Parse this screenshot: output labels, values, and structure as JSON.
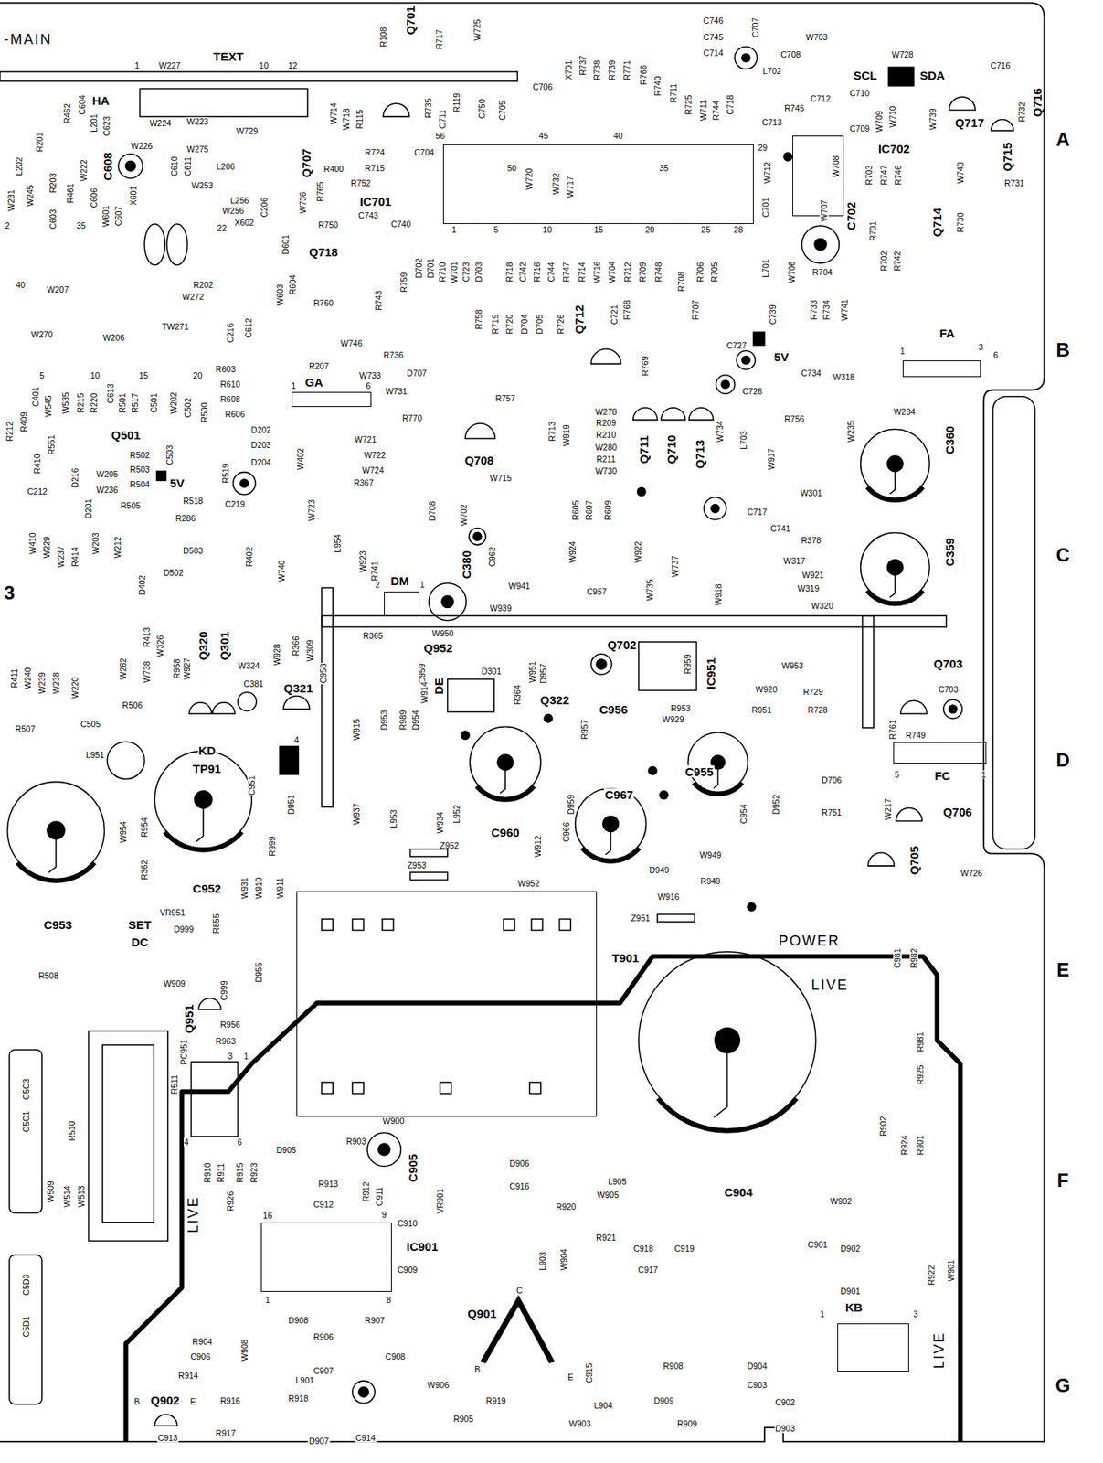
{
  "diagram": {
    "nodes": [
      {
        "text": [
          "IC701"
        ]
      },
      {
        "text": [
          "IC702"
        ]
      },
      {
        "text": [
          "GA"
        ]
      },
      {
        "text": [
          "FA"
        ]
      },
      {
        "text": [
          "DM"
        ]
      },
      {
        "text": [
          "FC"
        ]
      },
      {
        "text": [
          "T901"
        ]
      },
      {
        "text": [
          "IC901"
        ]
      },
      {
        "text": [
          "KB"
        ]
      }
    ],
    "labels": [
      "-MAIN",
      "TEXT",
      "1",
      "W227",
      "10",
      "12",
      "R108",
      "Q701",
      "R717",
      "W725",
      "HA",
      "R462",
      "C604",
      "L201",
      "C623",
      "W224",
      "W223",
      "W729",
      "W714",
      "W718",
      "R115",
      "R735",
      "C711",
      "R119",
      "C750",
      "C705",
      "C706",
      "X701",
      "R737",
      "R738",
      "R739",
      "R771",
      "R766",
      "R740",
      "R711",
      "R725",
      "W711",
      "R744",
      "C718",
      "C746",
      "C745",
      "C714",
      "C707",
      "C708",
      "W703",
      "L702",
      "W728",
      "SCL",
      "SDA",
      "C716",
      "R745",
      "C712",
      "C710",
      "C709",
      "W709",
      "W710",
      "W739",
      "Q717",
      "R732",
      "Q716",
      "C713",
      "A",
      "56",
      "45",
      "40",
      "29",
      "C704",
      "R724",
      "R715",
      "R752",
      "R400",
      "R765",
      "Q707",
      "C743",
      "W736",
      "50",
      "35",
      "W720",
      "W732",
      "W717",
      "W708",
      "R703",
      "R747",
      "R746",
      "W743",
      "Q715",
      "R731",
      "R730",
      "Q714",
      "C702",
      "W707",
      "R704",
      "R701",
      "R702",
      "R742",
      "W712",
      "C701",
      "C608",
      "W226",
      "W275",
      "L206",
      "W253",
      "W222",
      "R203",
      "R201",
      "L202",
      "W231",
      "W245",
      "C603",
      "R461",
      "C606",
      "W601",
      "C607",
      "X601",
      "C610",
      "C611",
      "L256",
      "W256",
      "X602",
      "C206",
      "22",
      "35",
      "2",
      "R750",
      "C740",
      "1",
      "5",
      "10",
      "15",
      "20",
      "25",
      "28",
      "W207",
      "R202",
      "W272",
      "40",
      "W270",
      "W206",
      "TW271",
      "D601",
      "Q718",
      "W603",
      "R604",
      "R760",
      "R743",
      "R759",
      "D702",
      "D701",
      "R710",
      "W701",
      "C723",
      "D703",
      "R718",
      "C742",
      "R716",
      "C744",
      "R747",
      "R714",
      "W716",
      "W704",
      "R712",
      "R709",
      "R748",
      "R708",
      "R706",
      "R705",
      "L701",
      "W706",
      "C739",
      "R733",
      "R734",
      "W741",
      "C216",
      "C612",
      "W746",
      "R736",
      "D707",
      "W733",
      "R207",
      "R603",
      "R610",
      "R608",
      "R606",
      "W731",
      "1",
      "6",
      "R770",
      "R758",
      "R719",
      "R720",
      "D704",
      "D705",
      "R726",
      "Q712",
      "C721",
      "R768",
      "R769",
      "R707",
      "C727",
      "5V",
      "C726",
      "C734",
      "W318",
      "1",
      "3",
      "6",
      "B",
      "5",
      "10",
      "15",
      "20",
      "R212",
      "R409",
      "C401",
      "W545",
      "W535",
      "R215",
      "R220",
      "C613",
      "R501",
      "R517",
      "C501",
      "W202",
      "C502",
      "R500",
      "R410",
      "R551",
      "Q501",
      "R502",
      "R503",
      "R504",
      "C503",
      "5V",
      "D216",
      "W205",
      "W236",
      "R505",
      "R518",
      "C212",
      "R519",
      "C219",
      "R286",
      "D503",
      "D502",
      "D201",
      "W410",
      "W229",
      "W237",
      "R414",
      "W203",
      "W212",
      "D402",
      "R402",
      "W740",
      "W723",
      "D202",
      "D203",
      "D204",
      "W402",
      "W721",
      "W722",
      "W724",
      "R367",
      "Q708",
      "W715",
      "R757",
      "R713",
      "W919",
      "W278",
      "R209",
      "R210",
      "W280",
      "R211",
      "W730",
      "Q711",
      "Q710",
      "Q713",
      "W734",
      "L703",
      "R756",
      "W917",
      "W235",
      "W234",
      "W301",
      "C360",
      "C717",
      "C741",
      "R378",
      "W317",
      "W921",
      "W319",
      "W320",
      "C359",
      "C",
      "R605",
      "R607",
      "R609",
      "W922",
      "W737",
      "W735",
      "W924",
      "W941",
      "C957",
      "W939",
      "W918",
      "D708",
      "W702",
      "C380",
      "C962",
      "2",
      "1",
      "L954",
      "W923",
      "R741",
      "3",
      "W262",
      "R413",
      "W738",
      "W326",
      "Q320",
      "Q301",
      "W927",
      "W324",
      "W928",
      "R366",
      "W309",
      "R365",
      "W950",
      "Q952",
      "Q702",
      "C959",
      "D301",
      "W951",
      "D957",
      "DE",
      "R364",
      "Q322",
      "C956",
      "IC951",
      "W953",
      "R959",
      "W920",
      "R729",
      "R728",
      "R951",
      "W929",
      "R953",
      "Q703",
      "C703",
      "R761",
      "R749",
      "5",
      "1",
      "D706",
      "W217",
      "Q706",
      "R751",
      "Q705",
      "W726",
      "D952",
      "C954",
      "C955",
      "D",
      "R411",
      "W240",
      "W239",
      "W238",
      "W220",
      "R506",
      "R507",
      "C505",
      "R958",
      "C381",
      "Q321",
      "KD",
      "TP91",
      "4",
      "C951",
      "D951",
      "L951",
      "C958",
      "W915",
      "D953",
      "R989",
      "D954",
      "W914",
      "R957",
      "D959",
      "C967",
      "C966",
      "C960",
      "W912",
      "W934",
      "L952",
      "L953",
      "W937",
      "Z952",
      "Z953",
      "W952",
      "D949",
      "W949",
      "R949",
      "W916",
      "Z951",
      "R954",
      "W954",
      "C952",
      "C953",
      "R362",
      "R999",
      "W931",
      "W910",
      "W911",
      "VR951",
      "SET",
      "DC",
      "D999",
      "R855",
      "W909",
      "D955",
      "C999",
      "Q951",
      "R956",
      "R963",
      "R508",
      "POWER",
      "LIVE",
      "E",
      "C981",
      "R982",
      "R981",
      "R925",
      "R902",
      "R901",
      "R924",
      "W902",
      "C904",
      "PC951",
      "3",
      "1",
      "4",
      "6",
      "C5C3",
      "C5C1",
      "R510",
      "R511",
      "W509",
      "W514",
      "W513",
      "C5D3",
      "C5D1",
      "D905",
      "R903",
      "W900",
      "C905",
      "VR901",
      "R910",
      "R911",
      "R915",
      "R923",
      "R913",
      "R912",
      "C911",
      "C912",
      "9",
      "16",
      "C910",
      "R926",
      "LIVE",
      "C909",
      "1",
      "8",
      "D908",
      "R907",
      "D906",
      "C916",
      "L905",
      "W905",
      "R920",
      "R921",
      "L903",
      "W904",
      "C918",
      "C919",
      "C917",
      "C901",
      "D902",
      "D901",
      "R922",
      "W901",
      "F",
      "C",
      "Q901",
      "B",
      "E",
      "R904",
      "C906",
      "W908",
      "R906",
      "C907",
      "C908",
      "R914",
      "Q902",
      "B",
      "E",
      "R916",
      "R918",
      "L901",
      "W906",
      "R919",
      "R905",
      "C913",
      "R917",
      "D907",
      "C914",
      "C915",
      "L904",
      "W903",
      "R908",
      "D904",
      "C903",
      "D909",
      "R909",
      "C902",
      "D903",
      "1",
      "3",
      "LIVE",
      "G"
    ]
  }
}
